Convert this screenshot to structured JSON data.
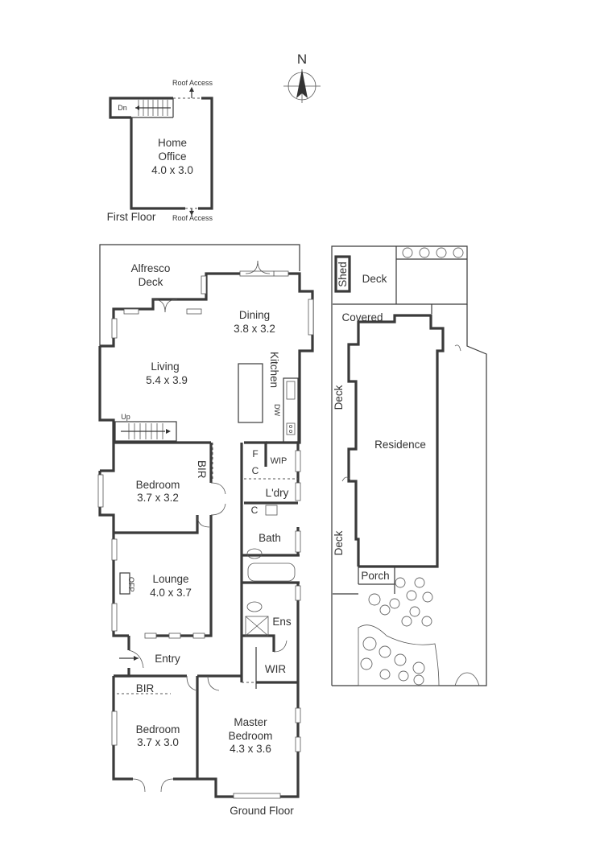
{
  "compass": {
    "label": "N"
  },
  "floors": {
    "first": "First Floor",
    "ground": "Ground Floor"
  },
  "first_floor": {
    "roof_access_top": "Roof Access",
    "roof_access_bottom": "Roof Access",
    "dn": "Dn",
    "home_office": {
      "name_1": "Home",
      "name_2": "Office",
      "dims": "4.0 x 3.0"
    }
  },
  "ground_floor": {
    "alfresco": {
      "name_1": "Alfresco",
      "name_2": "Deck"
    },
    "dining": {
      "name": "Dining",
      "dims": "3.8 x 3.2"
    },
    "living": {
      "name": "Living",
      "dims": "5.4 x 3.9"
    },
    "kitchen": "Kitchen",
    "dw": "DW",
    "up": "Up",
    "f": "F",
    "c_top": "C",
    "c_bottom": "C",
    "wip": "WIP",
    "laundry": "L'dry",
    "bath": "Bath",
    "ens": "Ens",
    "wir": "WIR",
    "bir_top": "BIR",
    "bir_bottom": "BIR",
    "ofp": "OFP",
    "bedroom_1": {
      "name": "Bedroom",
      "dims": "3.7 x 3.2"
    },
    "lounge": {
      "name": "Lounge",
      "dims": "4.0 x 3.7"
    },
    "entry": "Entry",
    "bedroom_2": {
      "name": "Bedroom",
      "dims": "3.7 x 3.0"
    },
    "master": {
      "name_1": "Master",
      "name_2": "Bedroom",
      "dims": "4.3 x 3.6"
    }
  },
  "site": {
    "shed": "Shed",
    "deck_top": "Deck",
    "covered": "Covered",
    "deck_left_upper": "Deck",
    "deck_left_lower": "Deck",
    "residence": "Residence",
    "porch": "Porch"
  }
}
